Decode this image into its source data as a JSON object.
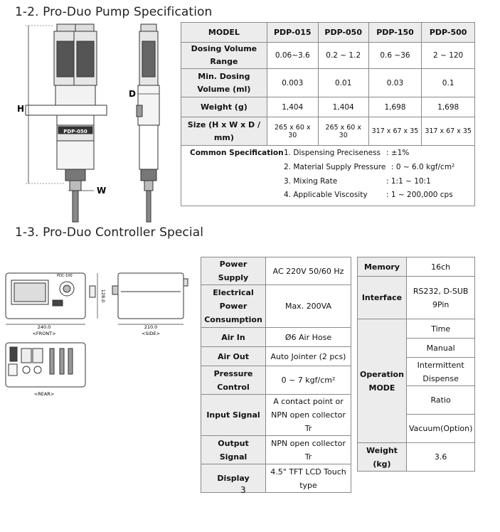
{
  "section_pump": {
    "title": "1-2. Pro-Duo Pump Specification",
    "dim_labels": {
      "h": "H",
      "w": "W",
      "d": "D"
    },
    "pump_label": "PDP-050",
    "table": {
      "header": [
        "MODEL",
        "PDP-015",
        "PDP-050",
        "PDP-150",
        "PDP-500"
      ],
      "rows": [
        {
          "label": "Dosing Volume Range",
          "values": [
            "0.06~3.6",
            "0.2 ~ 1.2",
            "0.6 ~36",
            "2 ~ 120"
          ]
        },
        {
          "label": "Min. Dosing Volume (ml)",
          "values": [
            "0.003",
            "0.01",
            "0.03",
            "0.1"
          ]
        },
        {
          "label": "Weight (g)",
          "values": [
            "1,404",
            "1,404",
            "1,698",
            "1,698"
          ]
        },
        {
          "label": "Size (H x W x D / mm)",
          "values": [
            "265 x 60 x 30",
            "265 x 60 x 30",
            "317 x 67 x 35",
            "317 x 67 x 35"
          ]
        }
      ],
      "common": {
        "label": "Common Specification",
        "items": [
          {
            "name": "1. Dispensing Preciseness",
            "value": ": ±1%"
          },
          {
            "name": "2. Material Supply Pressure",
            "value": ": 0 ~ 6.0 kgf/cm²"
          },
          {
            "name": "3. Mixing Rate",
            "value": ": 1:1 ~ 10:1"
          },
          {
            "name": "4. Applicable Viscosity",
            "value": ": 1 ~ 200,000 cps"
          }
        ]
      }
    }
  },
  "section_controller": {
    "title": "1-3. Pro-Duo Controller Special",
    "drawing": {
      "front_label": "<FRONT>",
      "side_label": "<SIDE>",
      "rear_label": "<REAR>",
      "dim_width": "240.0",
      "dim_height": "128.0",
      "dim_depth": "210.0",
      "panel_model": "PDC-100"
    },
    "left_table": [
      {
        "label": "Power Supply",
        "value": "AC 220V 50/60 Hz"
      },
      {
        "label": "Electrical Power Consumption",
        "value": "Max. 200VA"
      },
      {
        "label": "Air In",
        "value": "Ø6 Air Hose"
      },
      {
        "label": "Air Out",
        "value": "Auto Jointer (2 pcs)"
      },
      {
        "label": "Pressure Control",
        "value": "0 ~ 7 kgf/cm²"
      },
      {
        "label": "Input Signal",
        "value": "A contact point or NPN open collector Tr"
      },
      {
        "label": "Output Signal",
        "value": "NPN open collector Tr"
      },
      {
        "label": "Display",
        "value": "4.5\" TFT LCD Touch type"
      }
    ],
    "right_table": {
      "memory": {
        "label": "Memory",
        "value": "16ch"
      },
      "interface": {
        "label": "Interface",
        "value": "RS232, D-SUB 9Pin"
      },
      "operation": {
        "label": "Operation MODE",
        "modes": [
          "Time",
          "Manual",
          "Intermittent Dispense",
          "Ratio",
          "Vacuum(Option)"
        ]
      },
      "weight": {
        "label": "Weight (kg)",
        "value": "3.6"
      }
    }
  },
  "page_number": "3"
}
